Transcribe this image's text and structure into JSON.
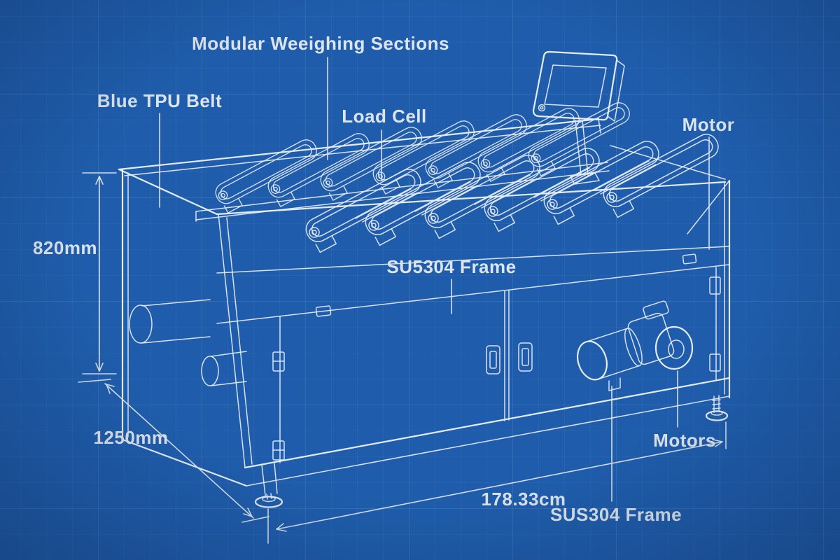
{
  "drawing_type": "blueprint technical illustration of a multi-lane checkweigher machine",
  "colors": {
    "background": "#1f5dac",
    "grid": "rgba(255,255,255,0.055)",
    "line": "#e7edf4",
    "text": "#dce4ec"
  },
  "labels": {
    "modular_sections": "Modular Weeighing Sections",
    "blue_tpu_belt": "Blue TPU Belt",
    "load_cell": "Load Cell",
    "motor": "Motor",
    "su5304_frame": "SU5304 Frame",
    "motors": "Motors",
    "sus304_frame": "SUS304 Frame"
  },
  "dimensions": {
    "height": "820mm",
    "depth": "1250mm",
    "length": "178.33cm"
  }
}
